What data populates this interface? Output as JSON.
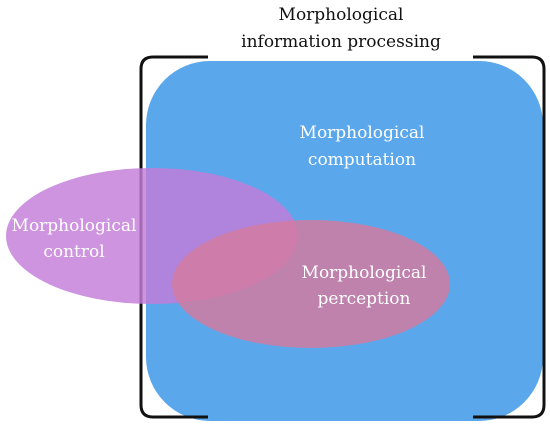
{
  "diagram": {
    "header_title_line1": "Morphological",
    "header_title_line2": "information processing",
    "computation_line1": "Morphological",
    "computation_line2": "computation",
    "control_line1": "Morphological",
    "control_line2": "control",
    "perception_line1": "Morphological",
    "perception_line2": "perception"
  },
  "colors": {
    "computation_fill": "#5aa7eb",
    "control_fill": "#c27ad6",
    "perception_fill": "#cf7ba3",
    "bracket_stroke": "#111111",
    "header_text": "#111111",
    "inner_text": "#ffffff"
  }
}
